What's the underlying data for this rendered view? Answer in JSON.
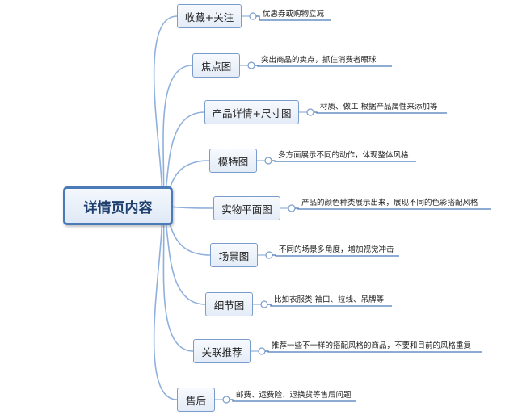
{
  "root": {
    "label": "详情页内容"
  },
  "branches": [
    {
      "label": "收藏+关注",
      "note": "优惠券或购物立减"
    },
    {
      "label": "焦点图",
      "note": "突出商品的卖点，抓住消费者眼球"
    },
    {
      "label": "产品详情+尺寸图",
      "note": "材质、做工 根据产品属性来添加等"
    },
    {
      "label": "模特图",
      "note": "多方面展示不同的动作，体现整体风格"
    },
    {
      "label": "实物平面图",
      "note": "产品的颜色种类展示出来，展现不同的色彩搭配风格"
    },
    {
      "label": "场景图",
      "note": "不同的场景多角度，增加视觉冲击"
    },
    {
      "label": "细节图",
      "note": "比如衣服类  袖口、拉线、吊牌等"
    },
    {
      "label": "关联推荐",
      "note": "推荐一些不一样的搭配风格的商品，不要和目前的风格重复"
    },
    {
      "label": "售后",
      "note": "邮费、运费险、退换货等售后问题"
    }
  ],
  "colors": {
    "line": "#8fb0dc",
    "underline": "#4a7ab8",
    "node_border": "#7a9ccc",
    "root_border": "#4a7ab8"
  }
}
